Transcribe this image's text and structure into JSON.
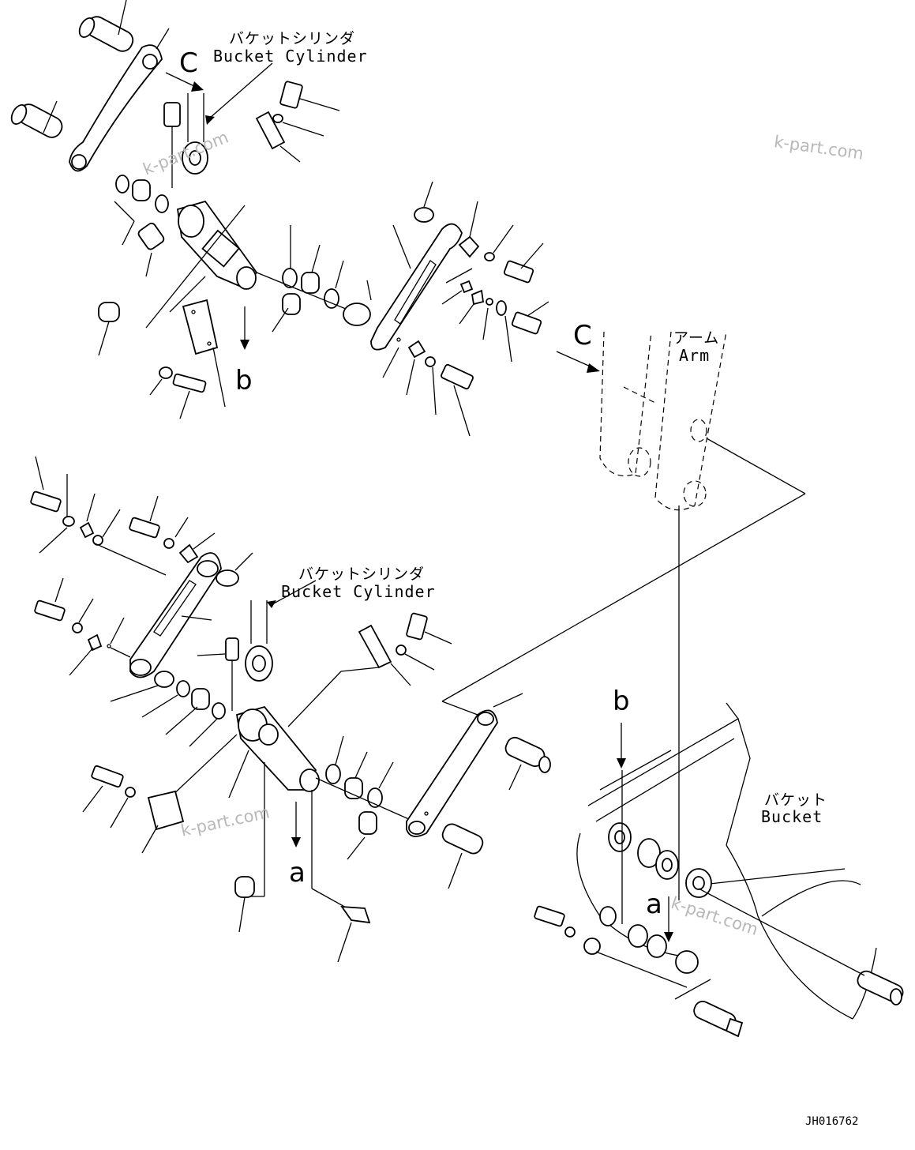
{
  "diagram": {
    "labels": {
      "bucket_cylinder_top_jp": "バケットシリンダ",
      "bucket_cylinder_top_en": "Bucket Cylinder",
      "bucket_cylinder_mid_jp": "バケットシリンダ",
      "bucket_cylinder_mid_en": "Bucket Cylinder",
      "arm_jp": "アーム",
      "arm_en": "Arm",
      "bucket_jp": "バケット",
      "bucket_en": "Bucket"
    },
    "refs": {
      "c_top": "C",
      "c_arm": "C",
      "b_top": "b",
      "b_bucket": "b",
      "a_mid": "a",
      "a_bucket": "a"
    },
    "watermark": "k-part.com",
    "drawing_code": "JH016762"
  }
}
